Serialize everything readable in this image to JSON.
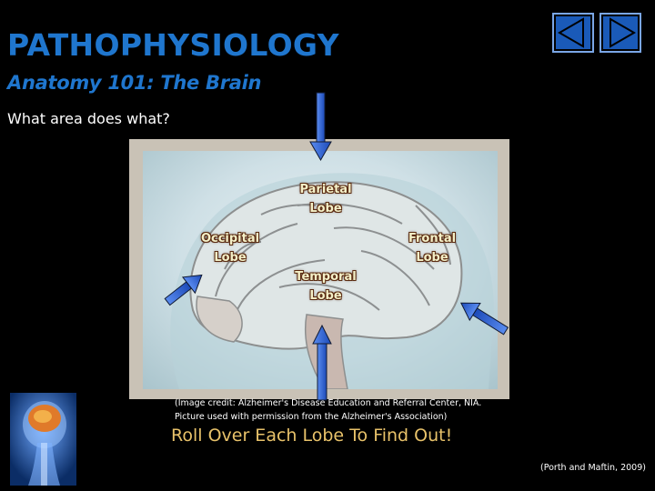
{
  "header": {
    "title": "PATHOPHYSIOLOGY",
    "subtitle": "Anatomy 101: The Brain",
    "question": "What area does what?"
  },
  "nav": {
    "prev_icon": "previous-triangle-icon",
    "next_icon": "next-triangle-icon"
  },
  "lobes": {
    "parietal": [
      "Parietal",
      "Lobe"
    ],
    "occipital": [
      "Occipital",
      "Lobe"
    ],
    "frontal": [
      "Frontal",
      "Lobe"
    ],
    "temporal": [
      "Temporal",
      "Lobe"
    ]
  },
  "credit": {
    "line1": "(Image credit: Alzheimer's Disease Education and Referral Center, NIA.",
    "line2": "Picture used with permission from the Alzheimer's Association)"
  },
  "prompt": "Roll Over Each Lobe To Find Out!",
  "citation": "(Porth and Maftin, 2009)",
  "colors": {
    "title": "#1f76ce",
    "prompt": "#e8c26a",
    "arrow": "#2f66d6",
    "nav_button": "#1a5ab8"
  }
}
